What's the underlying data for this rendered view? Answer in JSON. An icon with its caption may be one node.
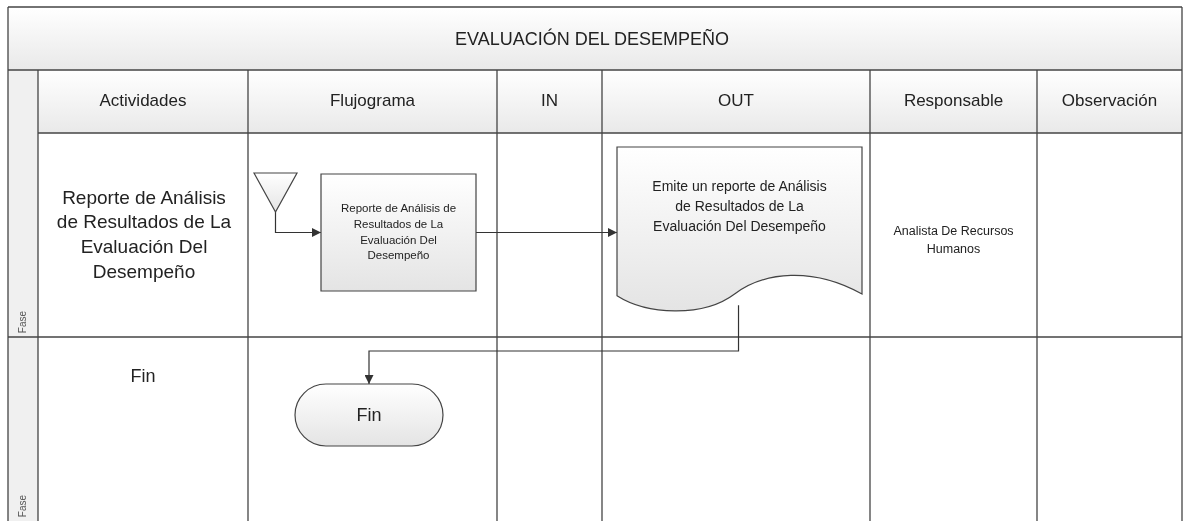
{
  "diagram": {
    "title": "EVALUACIÓN DEL DESEMPEÑO",
    "nodes": [
      {
        "text": [],
        "shape": "triangle"
      },
      {
        "text": [
          "Reporte de Análisis de Resultados de La Evaluación Del Desempeño"
        ]
      },
      {
        "text": [
          "Emite un reporte de Análisis de Resultados de La Evaluación Del Desempeño"
        ]
      },
      {
        "text": [
          "Fin"
        ]
      }
    ],
    "edges": [
      {
        "from": 0,
        "to": 1,
        "arrow": "to"
      },
      {
        "from": 1,
        "to": 2,
        "arrow": "to"
      },
      {
        "from": 2,
        "to": 3,
        "arrow": "to"
      }
    ],
    "labels": [
      "Actividades",
      "Flujograma",
      "IN",
      "OUT",
      "Responsable",
      "Observación",
      "Fase",
      "Reporte de Análisis de Resultados de La Evaluación Del Desempeño",
      "Analista De Recursos Humanos",
      "Fin",
      "Fase"
    ]
  }
}
